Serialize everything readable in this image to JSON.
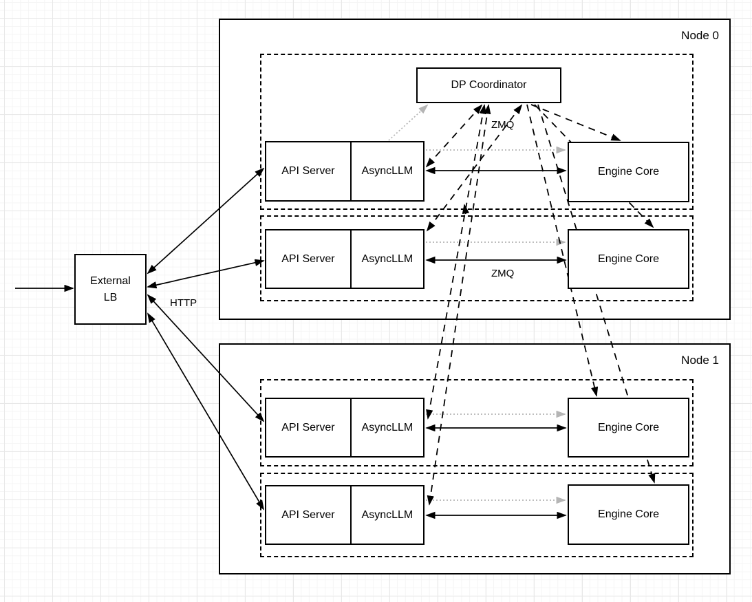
{
  "diagram": {
    "external_lb": {
      "line1": "External",
      "line2": "LB"
    },
    "labels": {
      "http": "HTTP",
      "zmq": "ZMQ"
    },
    "node0": {
      "title": "Node 0",
      "coordinator_label": "DP Coordinator",
      "rows": [
        {
          "api_label": "API Server",
          "async_label": "AsyncLLM",
          "engine_label": "Engine Core"
        },
        {
          "api_label": "API Server",
          "async_label": "AsyncLLM",
          "engine_label": "Engine Core"
        }
      ]
    },
    "node1": {
      "title": "Node 1",
      "rows": [
        {
          "api_label": "API Server",
          "async_label": "AsyncLLM",
          "engine_label": "Engine Core"
        },
        {
          "api_label": "API Server",
          "async_label": "AsyncLLM",
          "engine_label": "Engine Core"
        }
      ]
    },
    "edges": {
      "lb_to_api": "bidirectional solid (HTTP)",
      "asyncllm_to_engine_solid": "bidirectional solid (ZMQ)",
      "asyncllm_to_engine_dotted": "gray dotted one-way",
      "coordinator_to_asyncllm": "black dashed bidirectional (ZMQ)",
      "coordinator_to_engine": "black dashed one-way"
    }
  },
  "colors": {
    "stroke": "#000000",
    "gray_wire": "#b5b5b5",
    "background": "#ffffff",
    "fill": "#ffffff"
  }
}
